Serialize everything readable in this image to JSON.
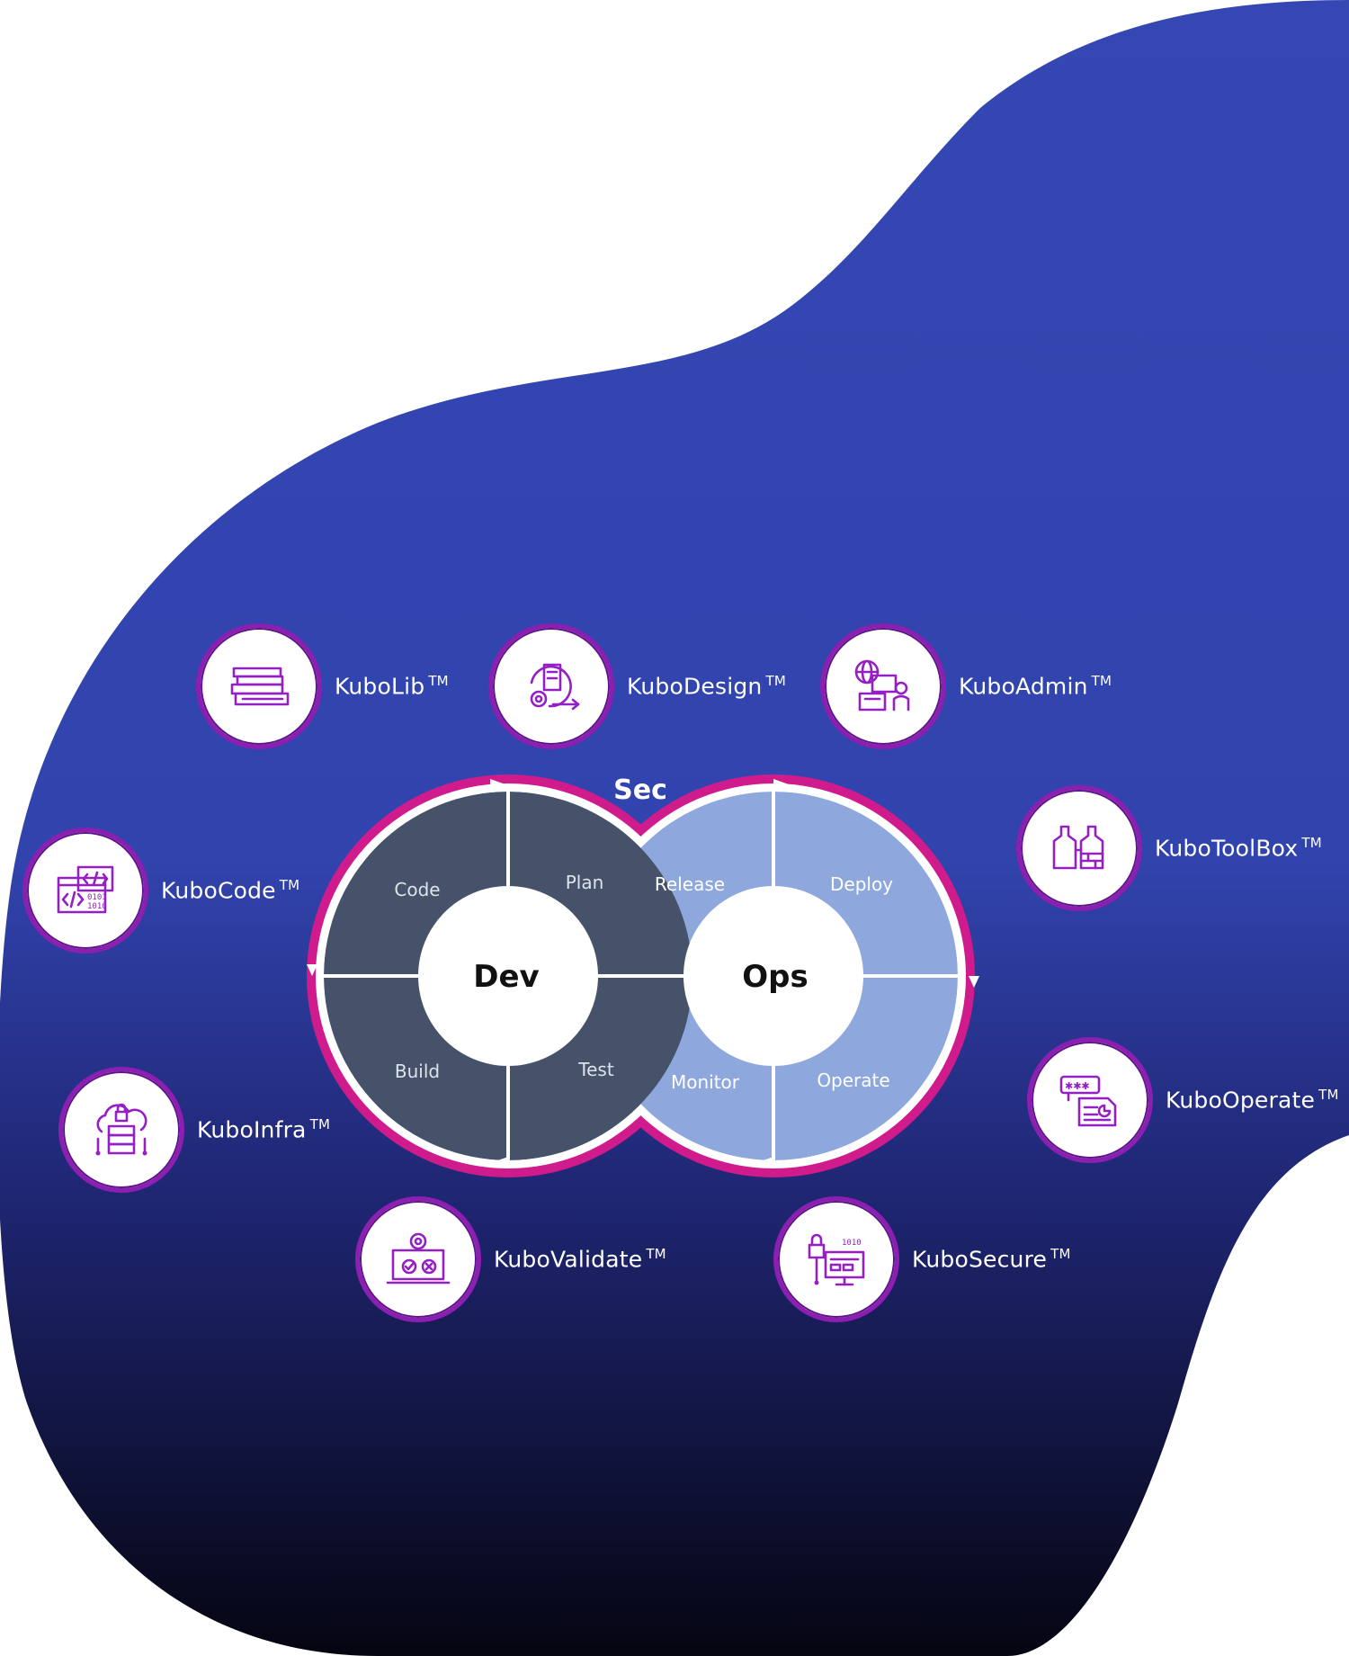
{
  "diagram": {
    "sec_label": "Sec",
    "dev_label": "Dev",
    "ops_label": "Ops",
    "dev_segments": [
      "Code",
      "Plan",
      "Build",
      "Test"
    ],
    "ops_segments": [
      "Release",
      "Deploy",
      "Monitor",
      "Operate"
    ]
  },
  "tools": [
    {
      "name": "KuboLib",
      "tm": "TM",
      "icon": "books-icon"
    },
    {
      "name": "KuboDesign",
      "tm": "TM",
      "icon": "design-cycle-icon"
    },
    {
      "name": "KuboAdmin",
      "tm": "TM",
      "icon": "admin-globe-icon"
    },
    {
      "name": "KuboToolBox",
      "tm": "TM",
      "icon": "toolbox-icon"
    },
    {
      "name": "KuboCode",
      "tm": "TM",
      "icon": "code-window-icon"
    },
    {
      "name": "KuboOperate",
      "tm": "TM",
      "icon": "operate-report-icon"
    },
    {
      "name": "KuboInfra",
      "tm": "TM",
      "icon": "cloud-server-icon"
    },
    {
      "name": "KuboValidate",
      "tm": "TM",
      "icon": "validate-laptop-icon"
    },
    {
      "name": "KuboSecure",
      "tm": "TM",
      "icon": "secure-monitor-icon"
    }
  ],
  "colors": {
    "blob_top": "#3547b3",
    "blob_bottom": "#050511",
    "ring": "#d01b8c",
    "dev_fill": "#45526a",
    "ops_fill": "#8ea8de",
    "bubble_border": "#8a1fb0",
    "icon": "#9420c4"
  }
}
